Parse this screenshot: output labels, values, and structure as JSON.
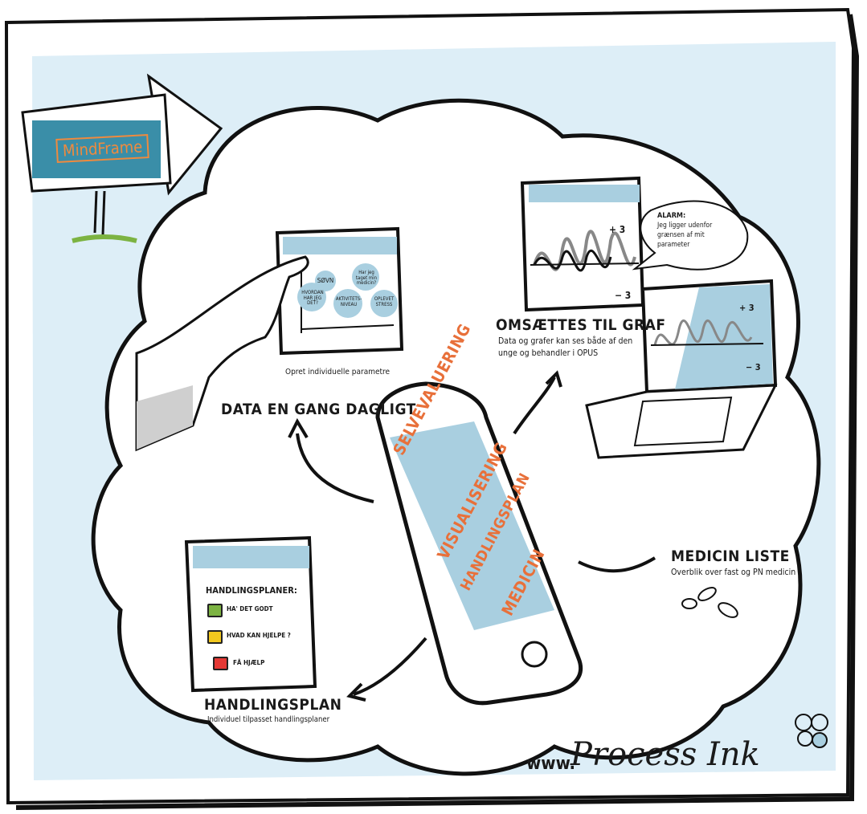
{
  "logo": {
    "text": "MindFrame"
  },
  "data_section": {
    "title": "DATA EN GANG DAGLIGT",
    "caption": "Opret individuelle parametre",
    "bubbles": [
      "SØVN",
      "Har jeg taget min medicin?",
      "HVORDAN HAR JEG DET?",
      "AKTIVITETS-NIVEAU",
      "OPLEVET STRESS"
    ]
  },
  "graph_section": {
    "title": "OMSÆTTES TIL GRAF",
    "desc_line1": "Data og grafer kan ses både af den",
    "desc_line2": "unge og behandler i OPUS",
    "alarm_title": "ALARM:",
    "alarm_line1": "Jeg ligger udenfor",
    "alarm_line2": "grænsen af mit",
    "alarm_line3": "parameter",
    "plus_label": "+ 3",
    "minus_label": "− 3"
  },
  "phone_menu": [
    "SELVEVALUERING",
    "VISUALISERING",
    "HANDLINGSPLAN",
    "MEDICIN"
  ],
  "medicine_section": {
    "title": "MEDICIN LISTE",
    "desc": "Overblik over fast og PN medicin"
  },
  "plan_section": {
    "title": "HANDLINGSPLAN",
    "desc": "Individuel tilpasset handlingsplaner",
    "heading": "HANDLINGSPLANER:",
    "items": [
      {
        "label": "HA' DET GODT",
        "color": "#7cb342"
      },
      {
        "label": "HVAD KAN HJELPE ?",
        "color": "#f2c81e"
      },
      {
        "label": "FÅ HJÆLP",
        "color": "#e53935"
      }
    ]
  },
  "signature": {
    "prefix": "www.",
    "name": "Process Ink"
  },
  "colors": {
    "sky": "#ddeef7",
    "screen": "#a9cfe0",
    "accent": "#e8703a",
    "logo_bg": "#3a8ea8",
    "logo_text": "#ef8a3e"
  }
}
